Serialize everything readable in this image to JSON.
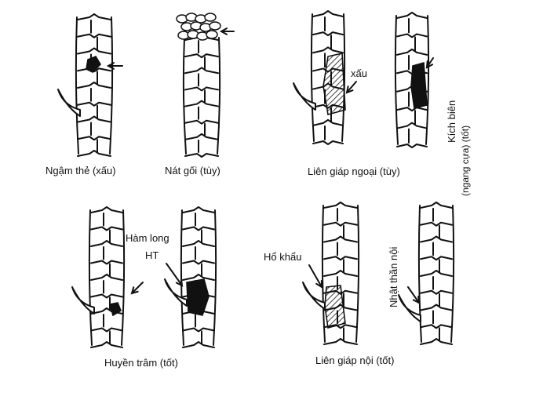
{
  "panels": [
    {
      "id": "ngam-the",
      "caption": "Ngậm thẻ (xấu)"
    },
    {
      "id": "nat-goi",
      "caption": "Nát gối (tùy)"
    },
    {
      "id": "lien-giap-ngoai",
      "caption": "Liên giáp ngoại (tùy)",
      "callout": "xấu",
      "side_note": "Kích biên",
      "side_note_2": "(ngang cựa) (tốt)"
    },
    {
      "id": "huyen-tram",
      "caption": "Huyền trâm (tốt)",
      "callout": "Hàm long",
      "callout_2": "HT"
    },
    {
      "id": "lien-giap-noi",
      "caption": "Liên giáp nội (tốt)",
      "callout": "Hổ khẩu",
      "side_note": "Nhật thần nội"
    }
  ],
  "colors": {
    "ink": "#111111",
    "paper": "#ffffff"
  }
}
